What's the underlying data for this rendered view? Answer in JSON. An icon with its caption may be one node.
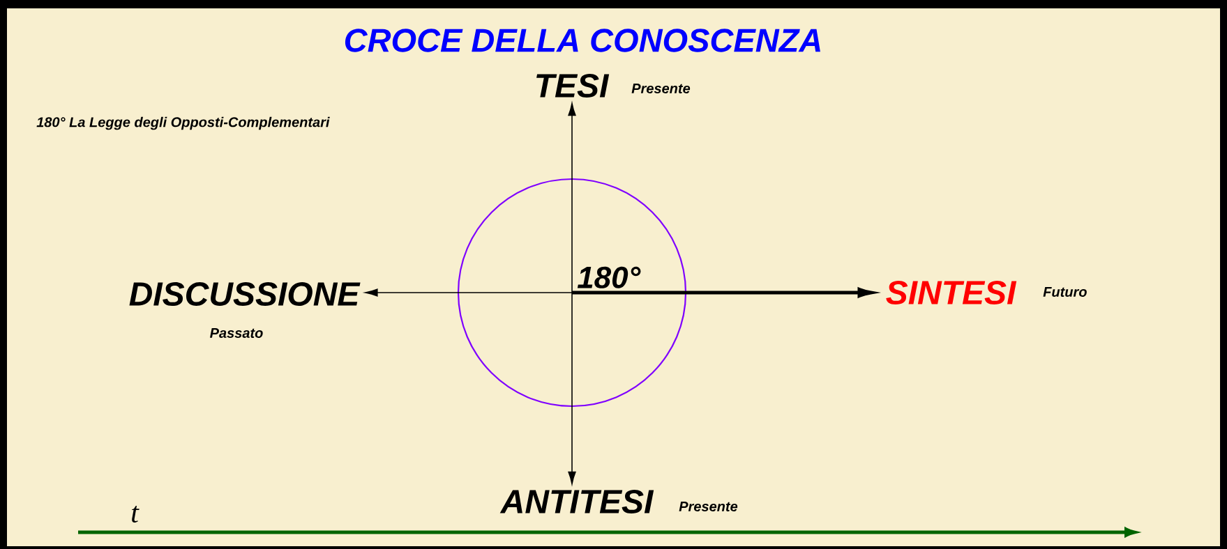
{
  "diagram": {
    "title": "CROCE DELLA CONOSCENZA",
    "nodes": [
      {
        "text": [
          "TESI"
        ],
        "beside": [
          "Presente"
        ]
      },
      {
        "text": [
          "DISCUSSIONE"
        ],
        "beside": [
          "Passato"
        ]
      },
      {
        "text": [
          "SINTESI"
        ],
        "beside": [
          "Futuro"
        ]
      },
      {
        "text": [
          "ANTITESI"
        ],
        "beside": [
          "Presente"
        ]
      },
      {
        "text": [
          "180°"
        ]
      }
    ],
    "edges": [
      {
        "from": 4,
        "to": 0,
        "arrow": "to"
      },
      {
        "from": 4,
        "to": 1,
        "arrow": "to"
      },
      {
        "from": 4,
        "to": 2,
        "arrow": "to",
        "style": "thick"
      },
      {
        "from": 4,
        "to": 3,
        "arrow": "to"
      }
    ],
    "labels": [
      "180° La Legge degli Opposti-Complementari",
      "t"
    ]
  }
}
